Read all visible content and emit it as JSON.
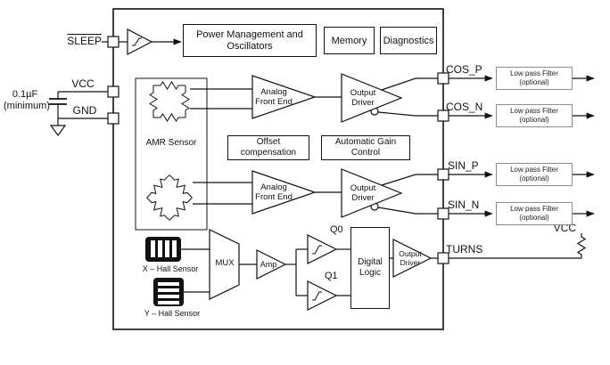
{
  "pins": {
    "sleep": "SLEEP",
    "vcc": "VCC",
    "gnd": "GND",
    "cos_p": "COS_P",
    "cos_n": "COS_N",
    "sin_p": "SIN_P",
    "sin_n": "SIN_N",
    "turns": "TURNS",
    "vcc_pullup": "VCC"
  },
  "blocks": {
    "power_mgmt_line1": "Power Management and",
    "power_mgmt_line2": "Oscillators",
    "memory": "Memory",
    "diagnostics": "Diagnostics",
    "amr_sensor": "AMR Sensor",
    "afe_line1": "Analog",
    "afe_line2": "Front End",
    "output_driver_line1": "Output",
    "output_driver_line2": "Driver",
    "offset_line1": "Offset",
    "offset_line2": "compensation",
    "agc_line1": "Automatic Gain",
    "agc_line2": "Control",
    "digital_logic_line1": "Digital",
    "digital_logic_line2": "Logic",
    "mux": "MUX",
    "amp": "Amp",
    "q0": "Q0",
    "q1": "Q1"
  },
  "sensors": {
    "x_hall": "X – Hall Sensor",
    "y_hall": "Y – Hall Sensor"
  },
  "external": {
    "cap_value": "0.1µF",
    "cap_note": "(minimum)",
    "lpf_line1": "Low pass Filter",
    "lpf_line2": "(optional)"
  }
}
